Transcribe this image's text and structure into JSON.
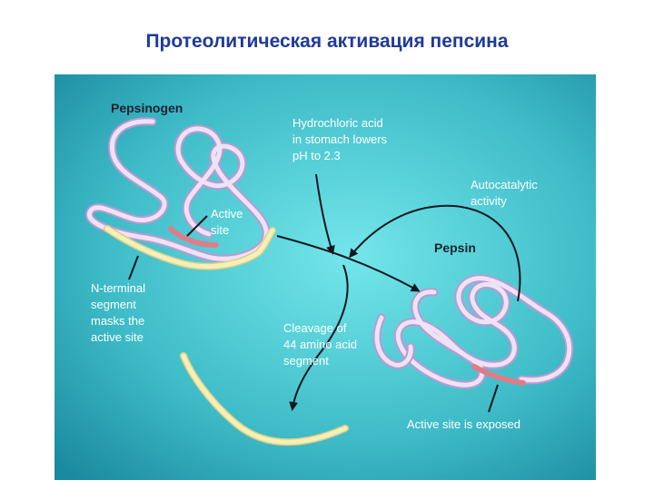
{
  "slide": {
    "title": "Протеолитическая активация пепсина"
  },
  "figure": {
    "colors": {
      "background_light": "#73e6ea",
      "background_dark": "#1b8aa0",
      "protein_chain": "#e8d6f2",
      "protein_outline": "#b79bd0",
      "active_site": "#e07c8a",
      "n_terminal_segment": "#f6f0b8",
      "arrow": "#101820"
    },
    "labels": {
      "pepsinogen": "Pepsinogen",
      "pepsin": "Pepsin",
      "active_site_line1": "Active",
      "active_site_line2": "site",
      "hcl_line1": "Hydrochloric acid",
      "hcl_line2": "in stomach lowers",
      "hcl_line3": "pH to 2.3",
      "auto_line1": "Autocatalytic",
      "auto_line2": "activity",
      "nterm_line1": "N-terminal",
      "nterm_line2": "segment",
      "nterm_line3": "masks the",
      "nterm_line4": "active site",
      "cleavage_line1": "Cleavage of",
      "cleavage_line2": "44 amino acid",
      "cleavage_line3": "segment",
      "exposed": "Active site is exposed"
    }
  }
}
